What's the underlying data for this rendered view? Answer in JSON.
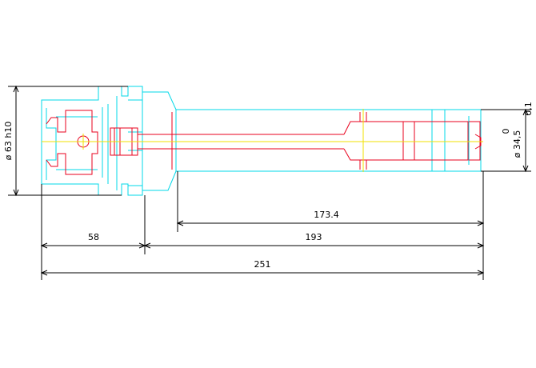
{
  "dimensions": {
    "overall_length": "251",
    "flange_length": "58",
    "shank_length": "193",
    "bore_depth": "173.4",
    "flange_diameter": "ø 63 h10",
    "bore_diameter": "ø 34,5",
    "tolerance_upper": "0",
    "tolerance_lower": "0,1"
  },
  "colors": {
    "outline": "#00d8e8",
    "inner": "#e8001c",
    "centerline": "#f0e000",
    "dimension": "#000000"
  }
}
